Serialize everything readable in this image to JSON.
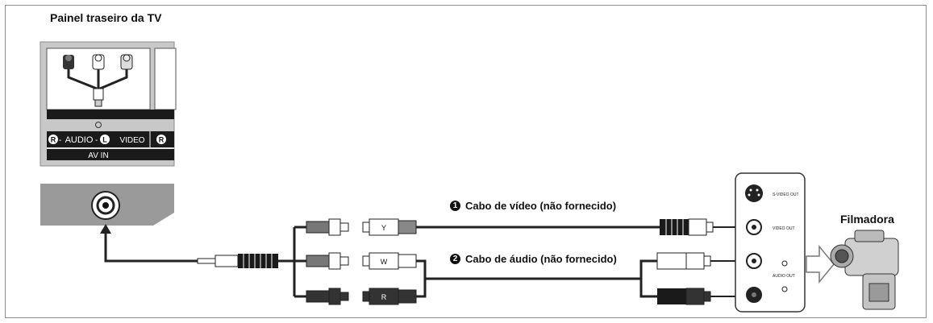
{
  "diagram": {
    "tv_panel_title": "Painel traseiro da TV",
    "av_labels": {
      "r": "R",
      "audio": "AUDIO",
      "l": "L",
      "video": "VIDEO",
      "r_next": "R",
      "av_in": "AV IN"
    },
    "video_cable": {
      "number": "1",
      "label": "Cabo de vídeo (não fornecido)"
    },
    "audio_cable": {
      "number": "2",
      "label": "Cabo de áudio (não fornecido)"
    },
    "camcorder_label": "Filmadora",
    "camcorder_panel": {
      "s_video_out": "S-VIDEO OUT",
      "video_out": "VIDEO OUT",
      "audio_out": "AUDIO OUT"
    },
    "plug_letters": {
      "video": "Y",
      "white": "W",
      "red": "R"
    }
  },
  "colors": {
    "panel_gray": "#c8c8c8",
    "band_black": "#1a1a1a",
    "jack_box": "#9a9a9a",
    "cable": "#222222",
    "outline": "#8c8c8c"
  }
}
